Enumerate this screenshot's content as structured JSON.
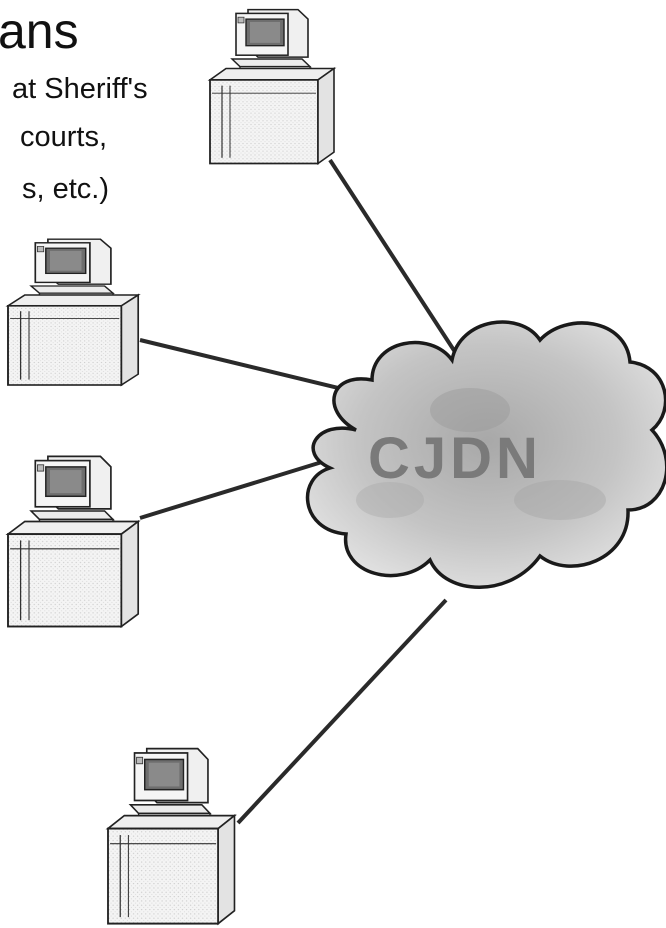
{
  "heading": {
    "line1": "ans",
    "line2": "at Sheriff's",
    "line3": "courts,",
    "line4": "s, etc.)"
  },
  "network": {
    "cloud_label": "CJDN",
    "terminal_count_label": "",
    "nodes": [
      {
        "name": "terminal-top"
      },
      {
        "name": "terminal-upper-left"
      },
      {
        "name": "terminal-lower-left"
      },
      {
        "name": "terminal-bottom"
      }
    ]
  },
  "colors": {
    "line": "#2a2a2a",
    "cloud_fill": "#bdbdbd",
    "cloud_stroke": "#1a1a1a",
    "terminal_stroke": "#222222",
    "screen": "#6e6e6e"
  }
}
